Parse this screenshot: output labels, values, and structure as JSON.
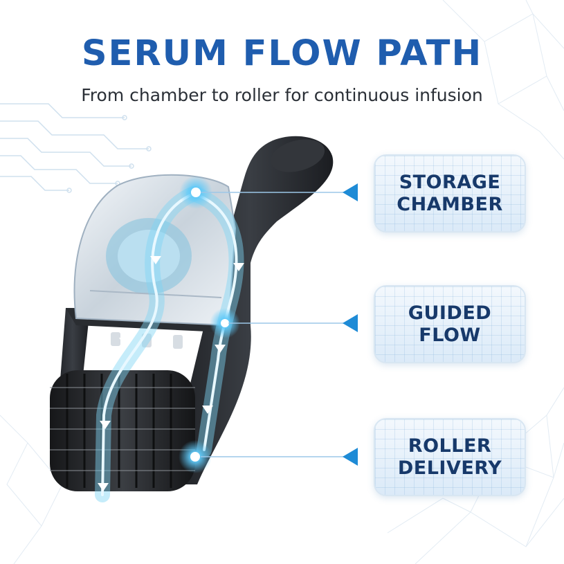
{
  "title": "SERUM FLOW PATH",
  "subtitle": "From chamber to roller for continuous infusion",
  "callouts": [
    {
      "label": "STORAGE\nCHAMBER"
    },
    {
      "label": "GUIDED\nFLOW"
    },
    {
      "label": "ROLLER\nDELIVERY"
    }
  ],
  "colors": {
    "title": "#1f5dae",
    "subtitle": "#2a2f36",
    "label": "#17396a",
    "accent": "#1e8bd6",
    "flow": "#7fd4f5",
    "device": "#2b2e33"
  }
}
